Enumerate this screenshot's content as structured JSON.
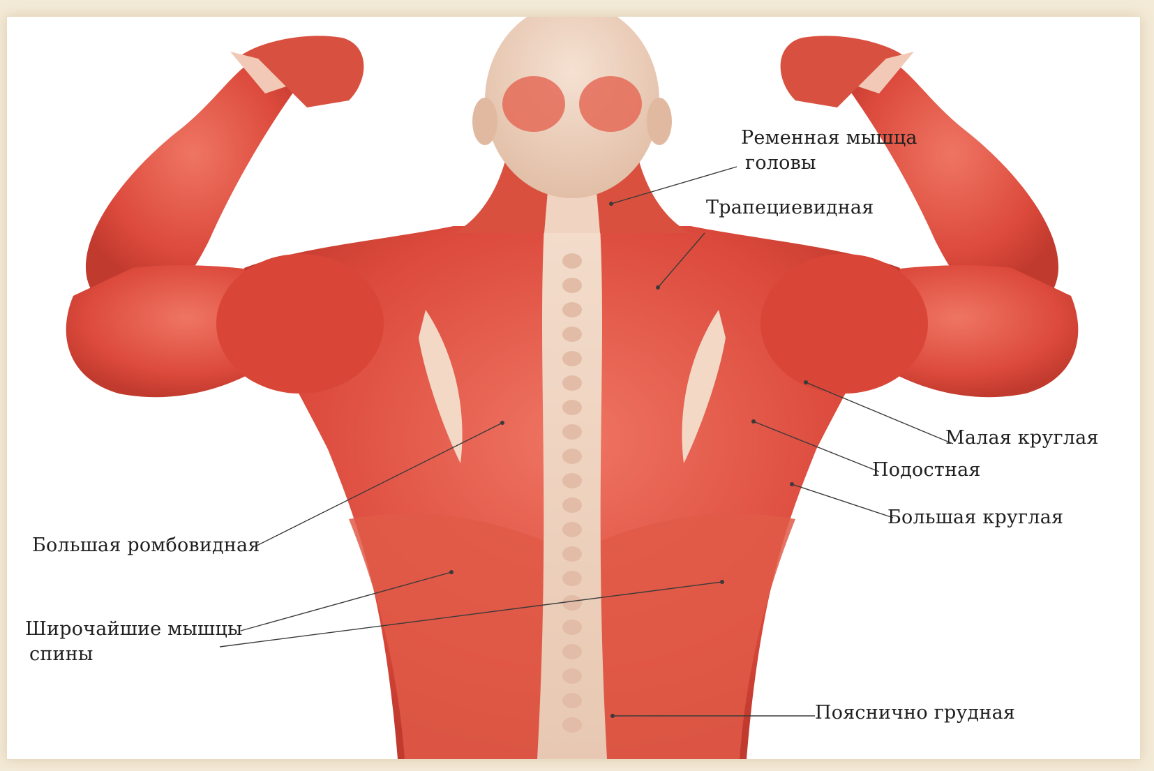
{
  "colors": {
    "page_bg": "#f3ead7",
    "muscle": "#dc4a3c",
    "muscle_light": "#ee7a66",
    "tendon": "#efd2c0",
    "skin": "#e9cdb9",
    "title_red": "#d42a2a"
  },
  "title_fragment": "",
  "labels": {
    "splenius": [
      "Ременная мышца",
      "головы"
    ],
    "trapezius": "Трапециевидная",
    "teres_minor": "Малая круглая",
    "infraspinatus": "Подостная",
    "teres_major": "Большая круглая",
    "rhomboid_major": "Большая ромбовидная",
    "latissimus": [
      "Широчайшие мышцы",
      "спины"
    ],
    "thoracolumbar": "Пояснично грудная"
  }
}
